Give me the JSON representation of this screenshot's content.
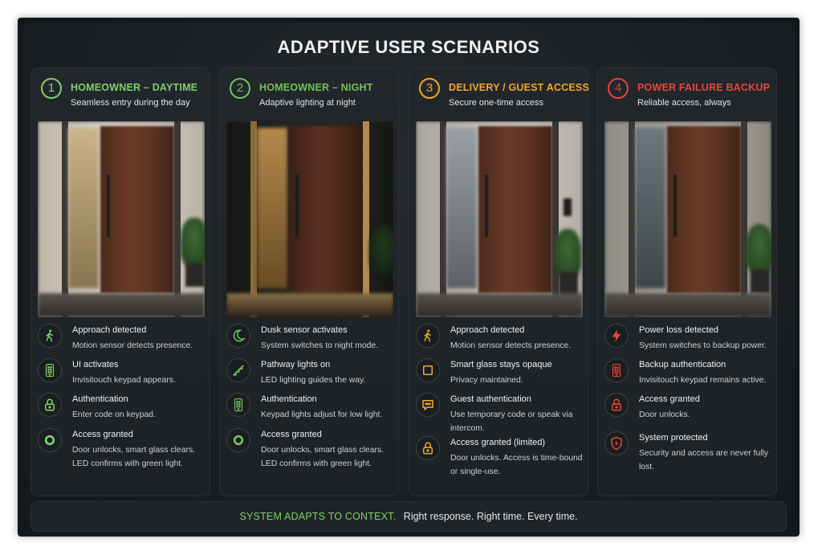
{
  "title": "ADAPTIVE USER SCENARIOS",
  "colors": {
    "green": "#7fd16a",
    "green2": "#6fc35a",
    "amber": "#f2a825",
    "red": "#e8453c"
  },
  "cards": [
    {
      "num": "1",
      "title": "HOMEOWNER – DAYTIME",
      "subtitle": "Seamless entry during the day",
      "accent": "#7fd16a",
      "steps": [
        {
          "icon": "walking-person-icon",
          "title": "Approach detected",
          "desc": "Motion sensor detects presence."
        },
        {
          "icon": "keypad-icon",
          "title": "UI activates",
          "desc": "Invisitouch keypad appears."
        },
        {
          "icon": "lock-icon",
          "title": "Authentication",
          "desc": "Enter code on keypad."
        },
        {
          "icon": "ring-icon",
          "title": "Access granted",
          "desc": "Door unlocks, smart glass clears. LED confirms with green light."
        }
      ]
    },
    {
      "num": "2",
      "title": "HOMEOWNER – NIGHT",
      "subtitle": "Adaptive lighting at night",
      "accent": "#6fc35a",
      "steps": [
        {
          "icon": "moon-icon",
          "title": "Dusk sensor activates",
          "desc": "System switches to night mode."
        },
        {
          "icon": "stairs-icon",
          "title": "Pathway lights on",
          "desc": "LED lighting guides the way."
        },
        {
          "icon": "keypad-icon",
          "title": "Authentication",
          "desc": "Keypad lights adjust for low light."
        },
        {
          "icon": "ring-icon",
          "title": "Access granted",
          "desc": "Door unlocks, smart glass clears. LED confirms with green light."
        }
      ]
    },
    {
      "num": "3",
      "title": "DELIVERY / GUEST ACCESS",
      "subtitle": "Secure one-time access",
      "accent": "#f2a825",
      "steps": [
        {
          "icon": "walking-person-icon",
          "title": "Approach detected",
          "desc": "Motion sensor detects presence."
        },
        {
          "icon": "square-icon",
          "title": "Smart glass stays opaque",
          "desc": "Privacy maintained."
        },
        {
          "icon": "chat-icon",
          "title": "Guest authentication",
          "desc": "Use temporary code or speak via intercom."
        },
        {
          "icon": "lock-icon",
          "title": "Access granted (limited)",
          "desc": "Door unlocks. Access is time-bound or single-use."
        }
      ]
    },
    {
      "num": "4",
      "title": "POWER FAILURE BACKUP",
      "subtitle": "Reliable access, always",
      "accent": "#e8453c",
      "steps": [
        {
          "icon": "bolt-icon",
          "title": "Power loss detected",
          "desc": "System switches to backup power."
        },
        {
          "icon": "keypad-icon",
          "title": "Backup authentication",
          "desc": "Invisitouch keypad remains active."
        },
        {
          "icon": "lock-icon",
          "title": "Access granted",
          "desc": "Door unlocks."
        },
        {
          "icon": "shield-bolt-icon",
          "title": "System protected",
          "desc": "Security and access are never fully lost."
        }
      ]
    }
  ],
  "footer": {
    "highlight": "SYSTEM ADAPTS TO CONTEXT.",
    "text": "Right response. Right time. Every time."
  }
}
